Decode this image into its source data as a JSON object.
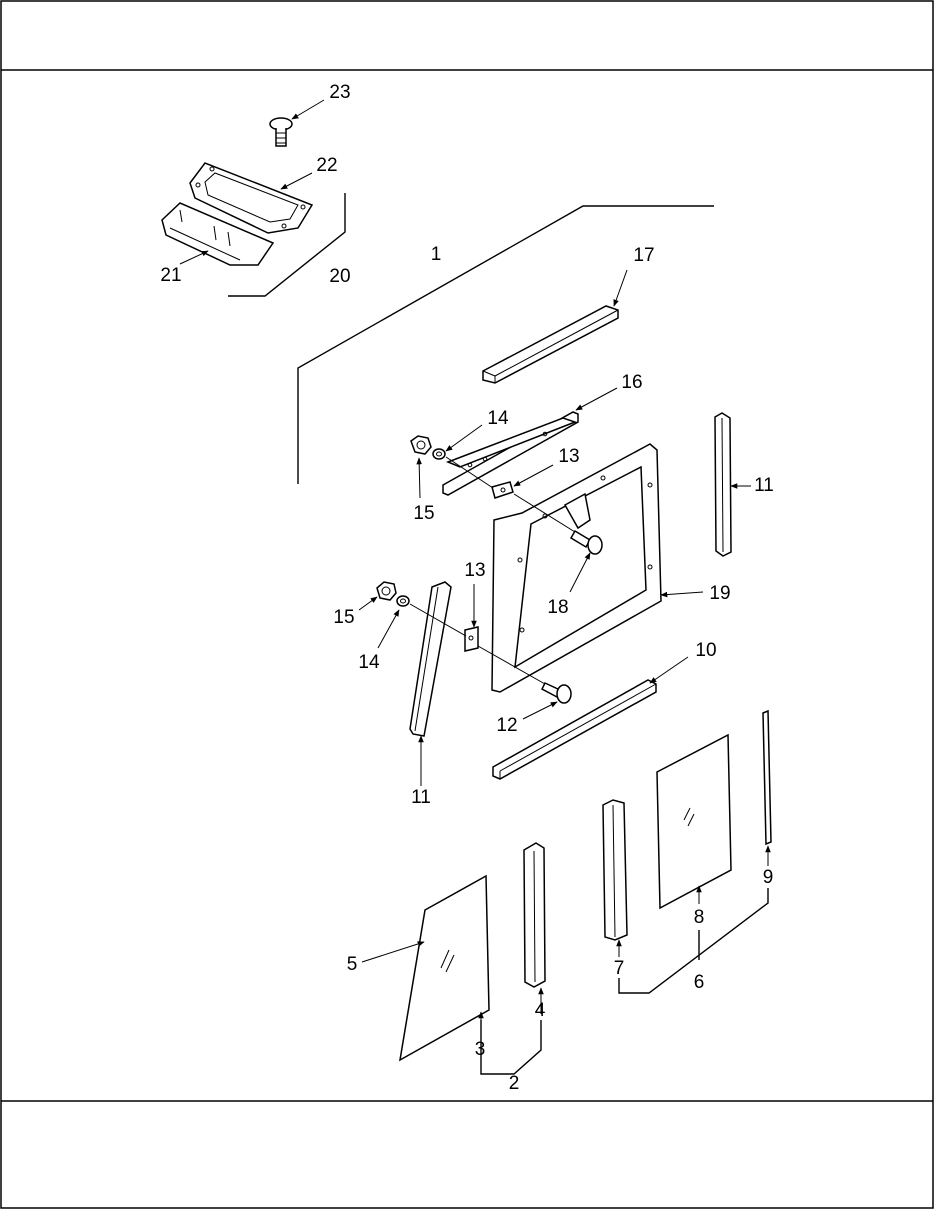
{
  "callouts": {
    "c1": "1",
    "c2": "2",
    "c3": "3",
    "c4": "4",
    "c5": "5",
    "c6": "6",
    "c7": "7",
    "c8": "8",
    "c9": "9",
    "c10": "10",
    "c11a": "11",
    "c11b": "11",
    "c12": "12",
    "c13a": "13",
    "c13b": "13",
    "c14a": "14",
    "c14b": "14",
    "c15a": "15",
    "c15b": "15",
    "c16": "16",
    "c17": "17",
    "c18": "18",
    "c19": "19",
    "c20": "20",
    "c21": "21",
    "c22": "22",
    "c23": "23"
  },
  "colors": {
    "ink": "#000000",
    "paper": "#ffffff"
  }
}
